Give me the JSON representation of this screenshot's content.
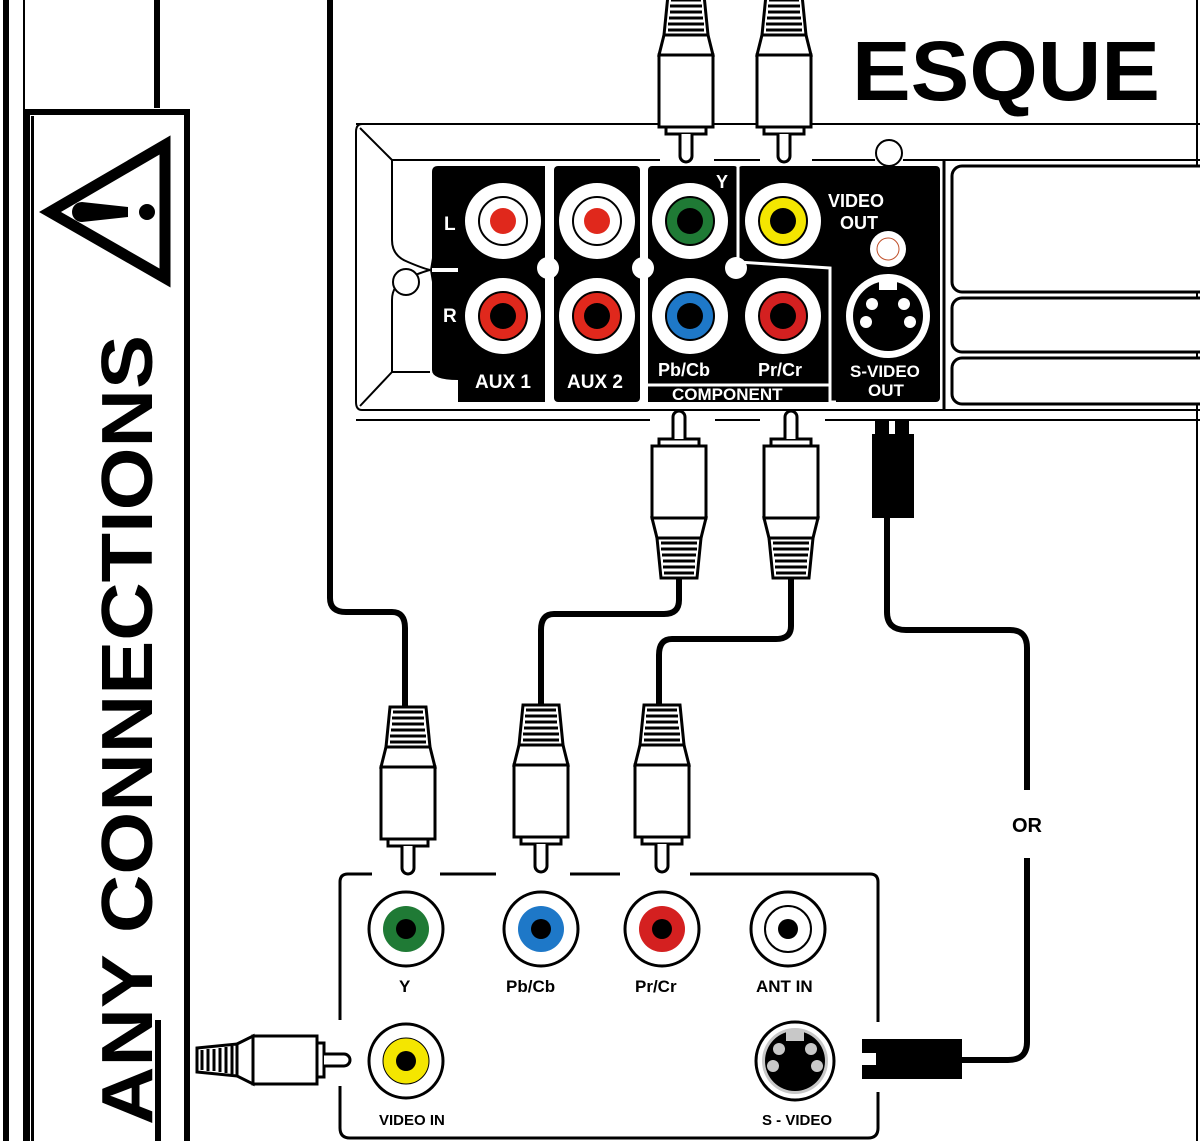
{
  "header": {
    "title_fragment": "ESQUE",
    "side_banner": "ANY CONNECTIONS",
    "warning_icon": "warning-triangle-icon"
  },
  "source_device": {
    "panels": {
      "aux1": {
        "label": "AUX 1",
        "left_label": "L",
        "right_label": "R"
      },
      "aux2": {
        "label": "AUX 2"
      },
      "component": {
        "label": "COMPONENT",
        "y_label": "Y",
        "pb_label": "Pb/Cb",
        "pr_label": "Pr/Cr"
      },
      "video_out": {
        "label_line1": "VIDEO",
        "label_line2": "OUT"
      },
      "svideo_out": {
        "label_line1": "S-VIDEO",
        "label_line2": "OUT"
      }
    }
  },
  "tv": {
    "jacks": [
      {
        "label": "Y",
        "color": "#1f7a35"
      },
      {
        "label": "Pb/Cb",
        "color": "#1e78c8"
      },
      {
        "label": "Pr/Cr",
        "color": "#d42020"
      },
      {
        "label": "ANT IN",
        "color": "#ffffff"
      }
    ],
    "video_in": {
      "label": "VIDEO IN",
      "color": "#f4e600"
    },
    "svideo": {
      "label": "S - VIDEO"
    }
  },
  "connector_note": "OR",
  "colors": {
    "line": "#000000",
    "panel": "#000000",
    "green": "#1f7a35",
    "blue": "#1e78c8",
    "red": "#d42020",
    "yellow": "#f4e600",
    "audio_red": "#e0281c"
  }
}
